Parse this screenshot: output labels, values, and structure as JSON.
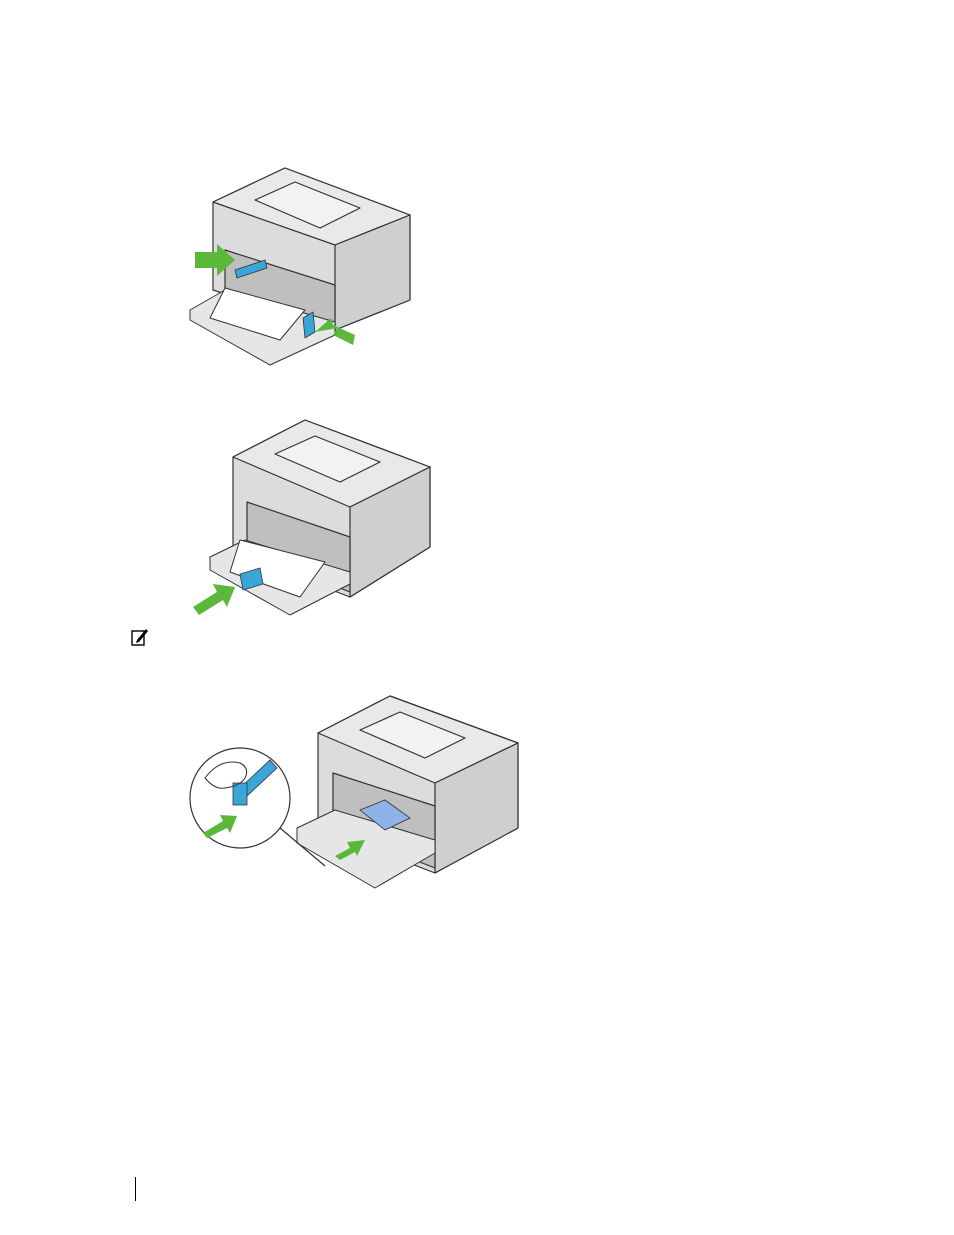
{
  "figures": [
    {
      "id": "fig1",
      "icon": "printer-guides-squeeze-icon"
    },
    {
      "id": "fig2",
      "icon": "printer-length-guide-icon"
    },
    {
      "id": "fig3",
      "icon": "printer-guide-detail-icon"
    }
  ],
  "note": {
    "icon": "pencil-note-icon"
  },
  "colors": {
    "arrow": "#5cb83a",
    "guide": "#3aa6d8",
    "printer": "#d9d9d9",
    "outline": "#333333"
  }
}
